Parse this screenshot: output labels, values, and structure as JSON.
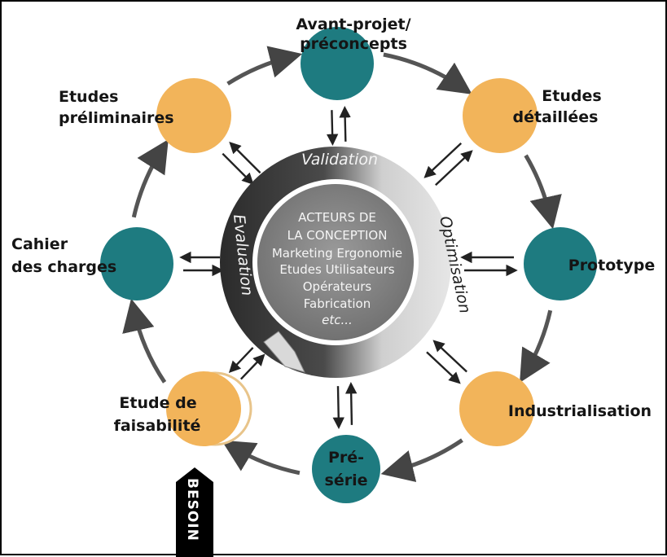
{
  "nodes": [
    {
      "id": "avant-projet",
      "lines": [
        "Avant-projet/",
        "préconcepts"
      ],
      "color": "teal"
    },
    {
      "id": "etudes-detaillees",
      "lines": [
        "Etudes",
        "détaillées"
      ],
      "color": "orange"
    },
    {
      "id": "prototype",
      "lines": [
        "Prototype"
      ],
      "color": "teal"
    },
    {
      "id": "industrialisation",
      "lines": [
        "Industrialisation"
      ],
      "color": "orange"
    },
    {
      "id": "preserie",
      "lines": [
        "Pré-",
        "série"
      ],
      "color": "teal"
    },
    {
      "id": "etude-faisabilite",
      "lines": [
        "Etude de",
        "faisabilité"
      ],
      "color": "orange"
    },
    {
      "id": "cahier-charges",
      "lines": [
        "Cahier",
        "des charges"
      ],
      "color": "teal"
    },
    {
      "id": "etudes-preliminaires",
      "lines": [
        "Etudes",
        "préliminaires"
      ],
      "color": "orange"
    }
  ],
  "ring": {
    "validation": "Validation",
    "optimisation": "Optimisation",
    "evaluation": "Evaluation"
  },
  "core": {
    "lines": [
      "ACTEURS DE",
      "LA CONCEPTION",
      "Marketing Ergonomie",
      "Etudes Utilisateurs",
      "Opérateurs",
      "Fabrication",
      "etc..."
    ]
  },
  "besoin": "BESOIN",
  "colors": {
    "teal": "#1e7b80",
    "orange": "#f2b45a",
    "outer_arrow": "#555555",
    "ring_dark": "#3a3a3a",
    "ring_light": "#bcbcbc",
    "core": "#8a8a8a"
  }
}
